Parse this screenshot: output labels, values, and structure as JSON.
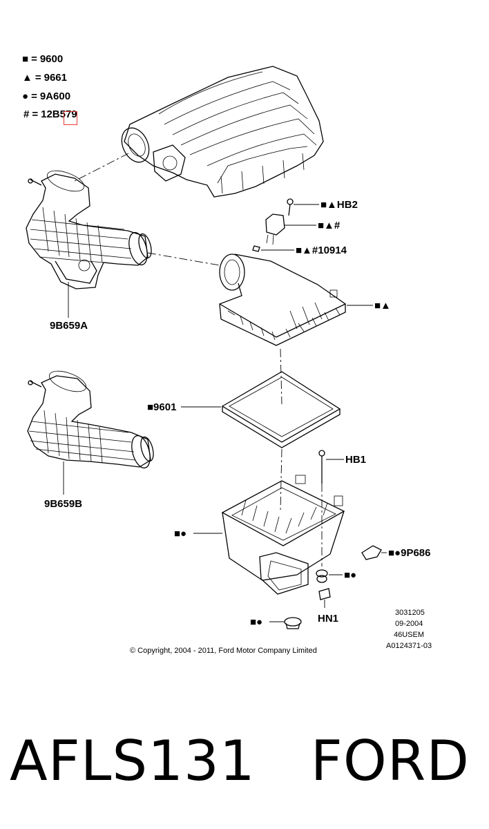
{
  "legend": [
    {
      "symbol": "■",
      "equals": "=",
      "code": "9600"
    },
    {
      "symbol": "▲",
      "equals": "=",
      "code": "9661"
    },
    {
      "symbol": "●",
      "equals": "=",
      "code": "9A600"
    },
    {
      "symbol": "#",
      "equals": "=",
      "code": "12B579"
    }
  ],
  "callouts": {
    "hb2": "■▲HB2",
    "sensor": "■▲#",
    "clip": "■▲#10914",
    "upper_housing": "■▲",
    "hose_a": "9B659A",
    "filter": "■9601",
    "hose_b": "9B659B",
    "hb1": "HB1",
    "lower_housing": "■●",
    "grommet_right": "■●9P686",
    "grommet_bottom_right": "■●",
    "hn1": "HN1",
    "grommet_bottom": "■●"
  },
  "reference": [
    "3031205",
    "09-2004",
    "46USEM",
    "A0124371-03"
  ],
  "copyright": "© Copyright, 2004 - 2011, Ford Motor Company Limited",
  "footer": {
    "part_number": "AFLS131",
    "brand": "FORD"
  }
}
